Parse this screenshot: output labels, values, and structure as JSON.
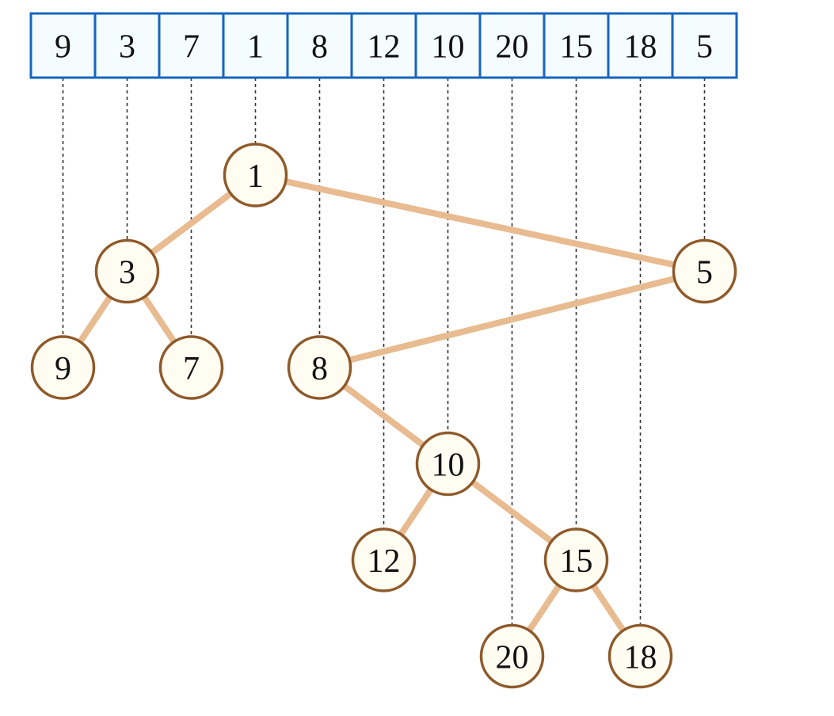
{
  "array": {
    "values": [
      "9",
      "3",
      "7",
      "1",
      "8",
      "12",
      "10",
      "20",
      "15",
      "18",
      "5"
    ]
  },
  "tree": {
    "nodes": [
      {
        "id": "1",
        "label": "1",
        "index": 3,
        "depth": 0
      },
      {
        "id": "3",
        "label": "3",
        "index": 1,
        "depth": 1
      },
      {
        "id": "5",
        "label": "5",
        "index": 10,
        "depth": 1
      },
      {
        "id": "9",
        "label": "9",
        "index": 0,
        "depth": 2
      },
      {
        "id": "7",
        "label": "7",
        "index": 2,
        "depth": 2
      },
      {
        "id": "8",
        "label": "8",
        "index": 4,
        "depth": 2
      },
      {
        "id": "10",
        "label": "10",
        "index": 6,
        "depth": 3
      },
      {
        "id": "12",
        "label": "12",
        "index": 5,
        "depth": 4
      },
      {
        "id": "15",
        "label": "15",
        "index": 8,
        "depth": 4
      },
      {
        "id": "20",
        "label": "20",
        "index": 7,
        "depth": 5
      },
      {
        "id": "18",
        "label": "18",
        "index": 9,
        "depth": 5
      }
    ],
    "edges": [
      [
        "1",
        "3"
      ],
      [
        "1",
        "5"
      ],
      [
        "3",
        "9"
      ],
      [
        "3",
        "7"
      ],
      [
        "5",
        "8"
      ],
      [
        "8",
        "10"
      ],
      [
        "10",
        "12"
      ],
      [
        "10",
        "15"
      ],
      [
        "15",
        "20"
      ],
      [
        "15",
        "18"
      ]
    ]
  },
  "colors": {
    "cell_border": "#1565c0",
    "cell_fill": "#f5fcfe",
    "edge": "#e8bb91",
    "node_border": "#8f5a2a",
    "node_fill": "#fffdf2",
    "guide": "#333333"
  }
}
